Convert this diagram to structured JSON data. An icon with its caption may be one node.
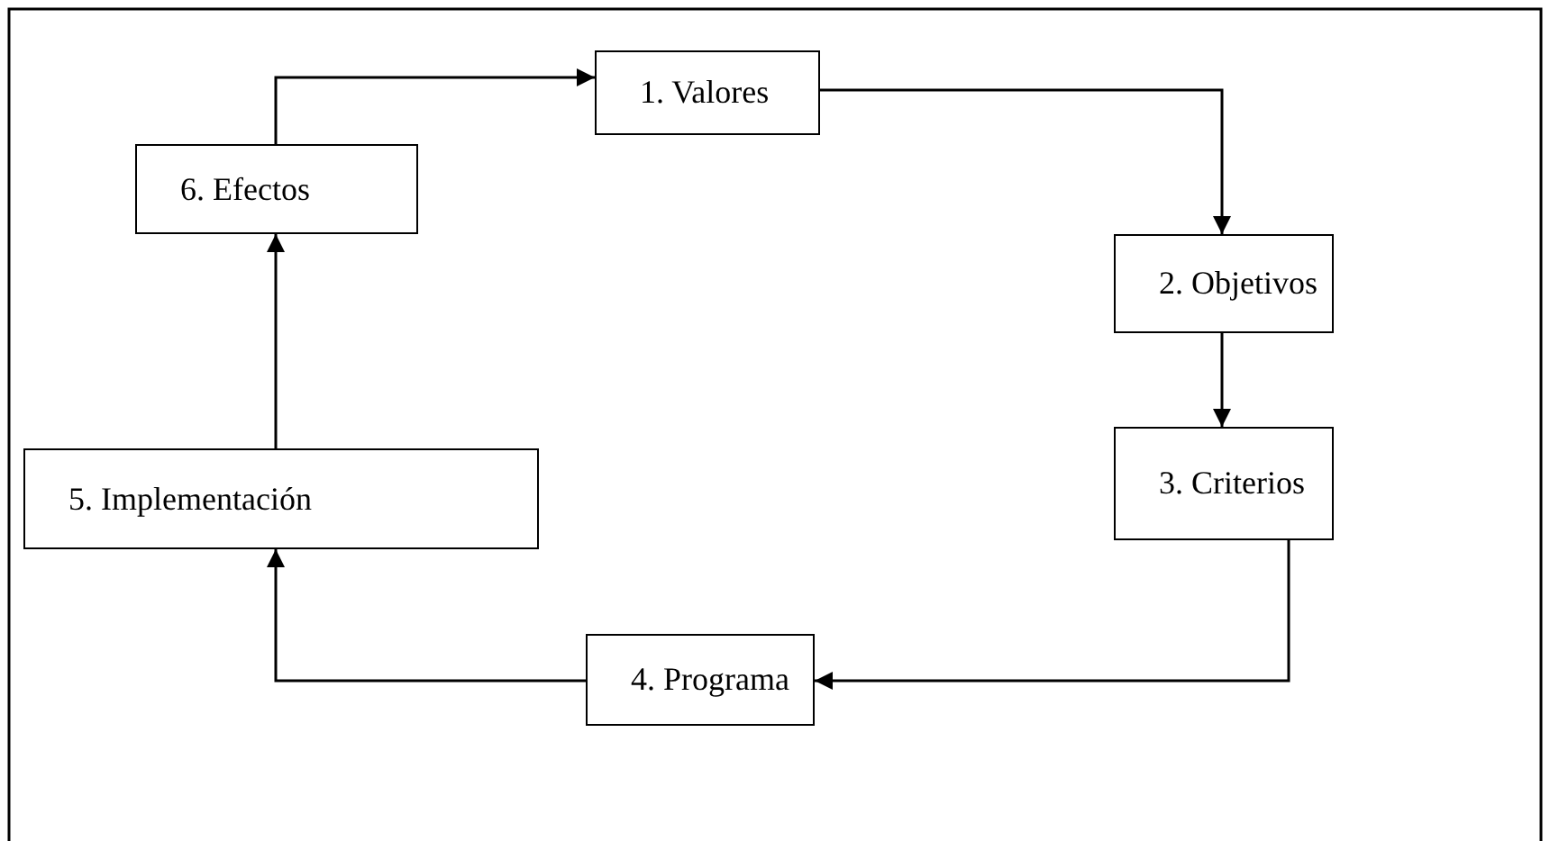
{
  "diagram": {
    "nodes": [
      {
        "text": [
          "1. Valores"
        ]
      },
      {
        "text": [
          "2. Objetivos"
        ]
      },
      {
        "text": [
          "3. Criterios"
        ]
      },
      {
        "text": [
          "4. Programa"
        ]
      },
      {
        "text": [
          "5. Implementación"
        ]
      },
      {
        "text": [
          "6. Efectos"
        ]
      }
    ],
    "edges": [
      {
        "from": 5,
        "to": 0,
        "arrow": "to"
      },
      {
        "from": 0,
        "to": 1,
        "arrow": "to"
      },
      {
        "from": 1,
        "to": 2,
        "arrow": "to"
      },
      {
        "from": 2,
        "to": 3,
        "arrow": "to"
      },
      {
        "from": 3,
        "to": 4,
        "arrow": "to"
      },
      {
        "from": 4,
        "to": 5,
        "arrow": "to"
      }
    ]
  }
}
